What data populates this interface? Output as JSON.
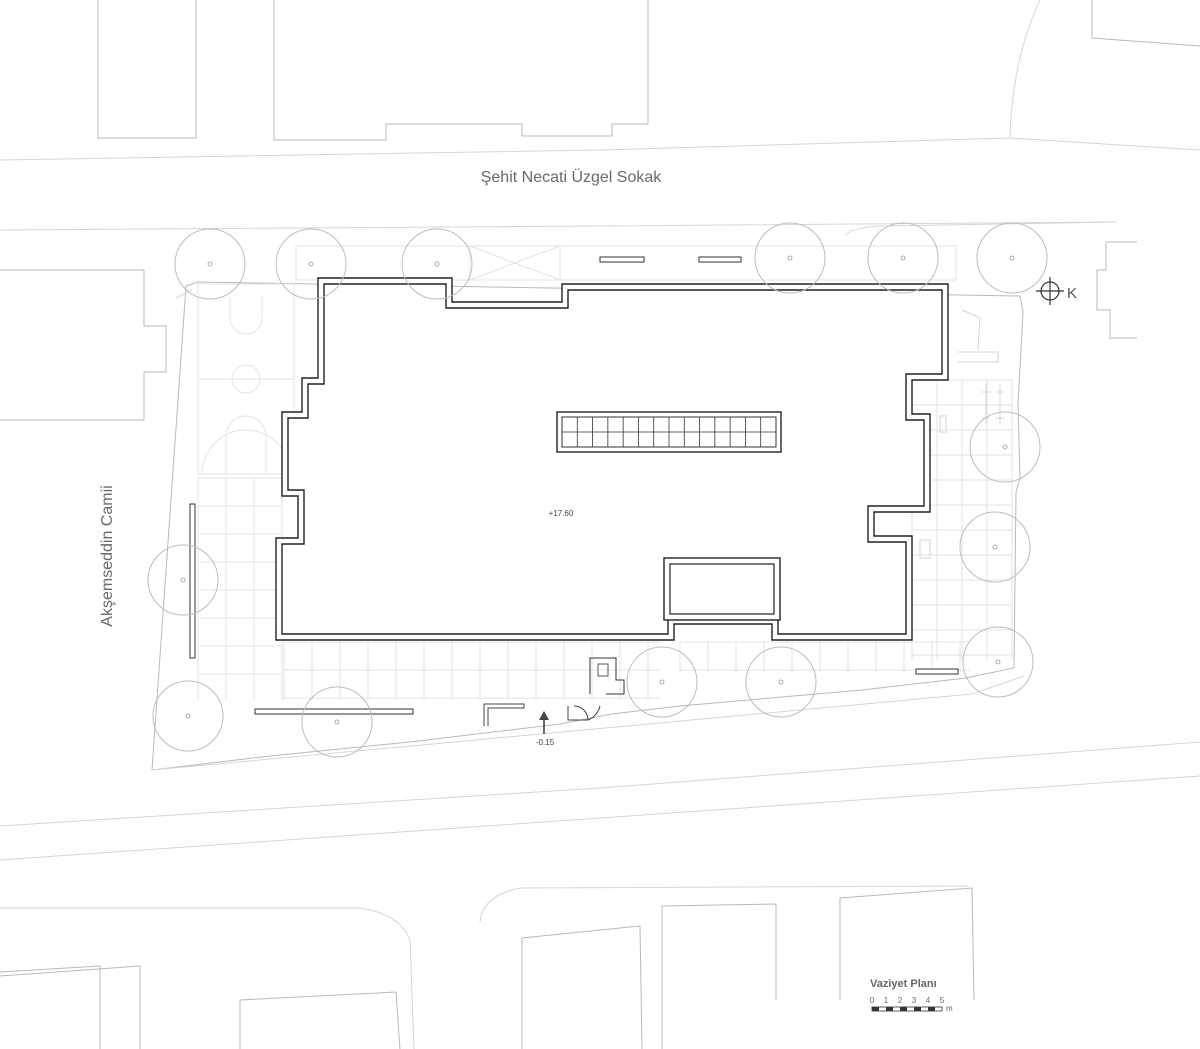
{
  "streets": {
    "north": "Şehit Necati Üzgel Sokak",
    "west": "Akşemseddin Camii"
  },
  "elevations": {
    "roof": "+17.60",
    "entrance": "-0.15"
  },
  "north_marker": "K",
  "legend": {
    "title": "Vaziyet Planı",
    "scale_ticks": [
      "0",
      "1",
      "2",
      "3",
      "4",
      "5"
    ],
    "unit": "m"
  }
}
